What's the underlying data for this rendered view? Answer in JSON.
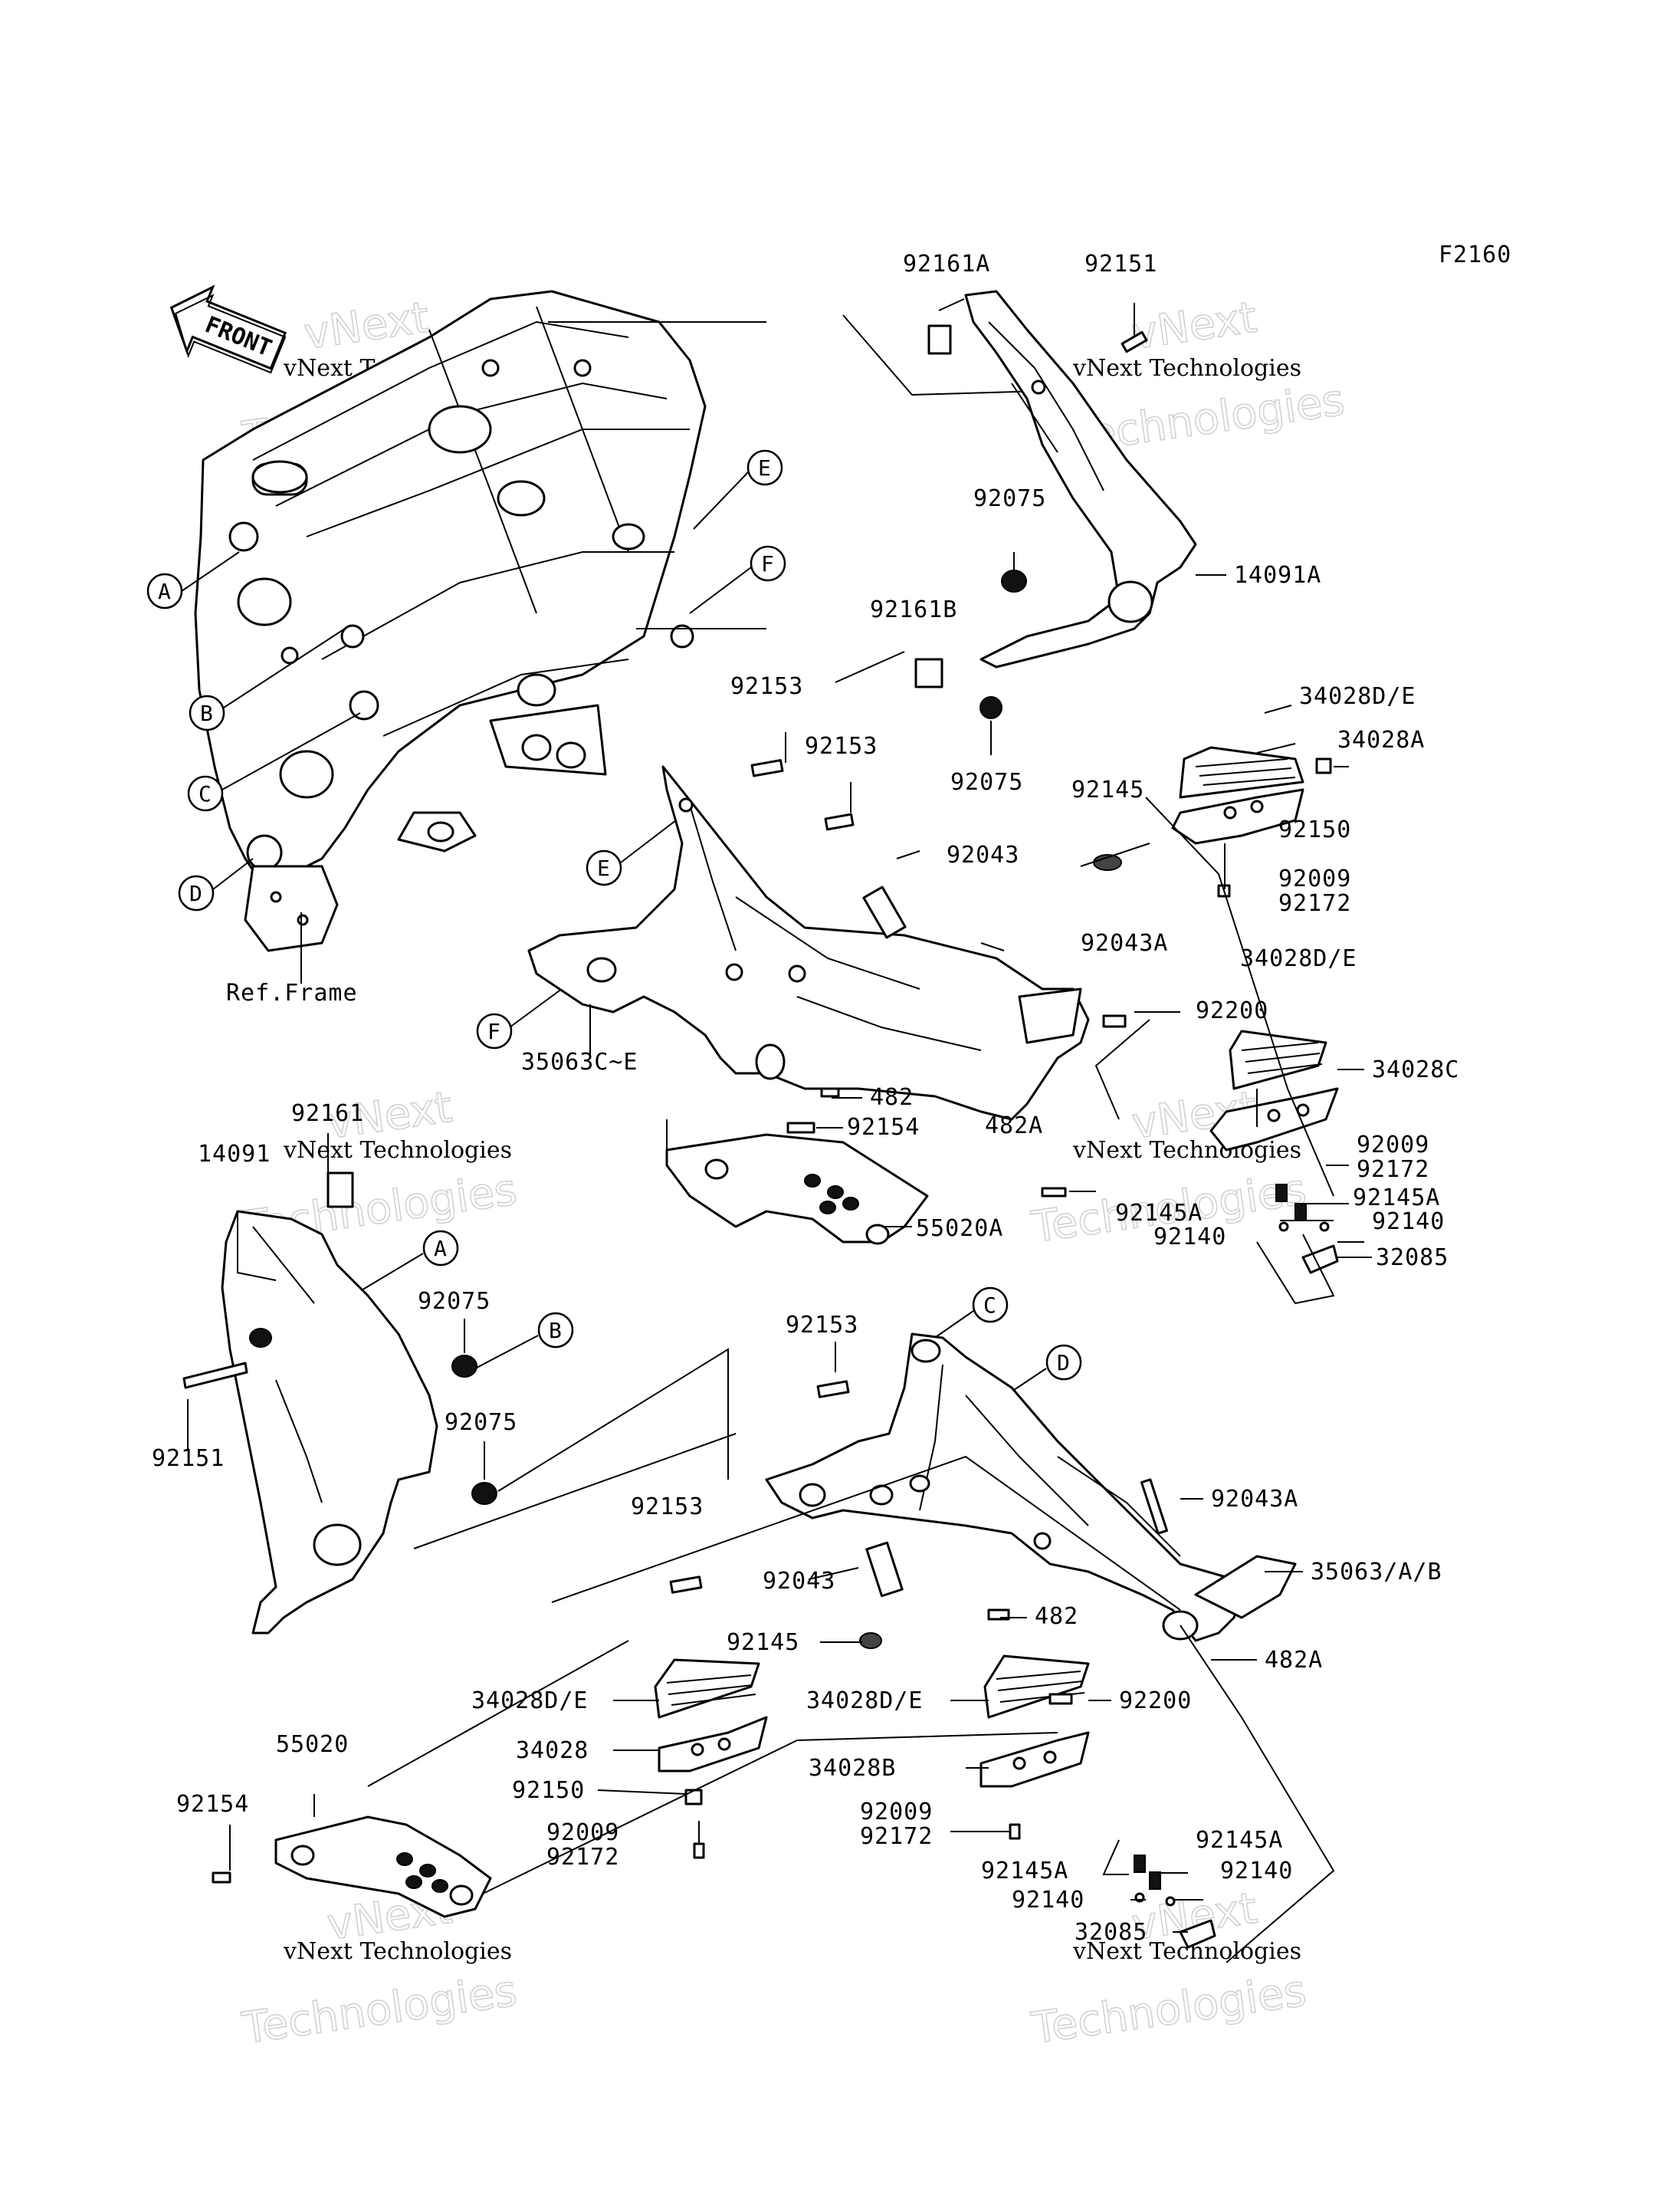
{
  "figure_code": "F2160",
  "front_arrow_label": "FRONT",
  "ref_frame_label": "Ref.Frame",
  "watermarks": {
    "brand_line1": "vNext",
    "brand_line2": "Technologies",
    "caption": "vNext Technologies"
  },
  "callouts": {
    "A": "A",
    "B": "B",
    "C": "C",
    "D": "D",
    "E": "E",
    "F": "F"
  },
  "parts": {
    "p92161A": "92161A",
    "p92151_top": "92151",
    "p92075_top": "92075",
    "p14091A": "14091A",
    "p92161B": "92161B",
    "p92153_a": "92153",
    "p92153_b": "92153",
    "p92075_mid": "92075",
    "p34028DE_1": "34028D/E",
    "p34028A": "34028A",
    "p92145_1": "92145",
    "p92150_1": "92150",
    "p92043_1": "92043",
    "p92009_1": "92009",
    "p92172_1": "92172",
    "p92043A_1": "92043A",
    "p34028DE_2": "34028D/E",
    "p92200_1": "92200",
    "p35063CE": "35063C~E",
    "p34028C": "34028C",
    "p482_1": "482",
    "p482A_1": "482A",
    "p92154_1": "92154",
    "p92009_2": "92009",
    "p92172_2": "92172",
    "p92145A_1": "92145A",
    "p92145A_2": "92145A",
    "p92140_1": "92140",
    "p92140_2": "92140",
    "p55020A": "55020A",
    "p32085_1": "32085",
    "p92161": "92161",
    "p14091": "14091",
    "p92075_l1": "92075",
    "p92075_l2": "92075",
    "p92151_l": "92151",
    "p92153_c": "92153",
    "p92153_d": "92153",
    "p92043A_2": "92043A",
    "p35063AB": "35063/A/B",
    "p92043_2": "92043",
    "p482_2": "482",
    "p92145_2": "92145",
    "p482A_2": "482A",
    "p34028DE_3": "34028D/E",
    "p34028DE_4": "34028D/E",
    "p92200_2": "92200",
    "p55020": "55020",
    "p34028": "34028",
    "p34028B": "34028B",
    "p92154_2": "92154",
    "p92150_2": "92150",
    "p92009_3": "92009",
    "p92172_3": "92172",
    "p92009_4": "92009",
    "p92172_4": "92172",
    "p92145A_3": "92145A",
    "p92145A_4": "92145A",
    "p92140_3": "92140",
    "p92140_4": "92140",
    "p32085_2": "32085"
  }
}
